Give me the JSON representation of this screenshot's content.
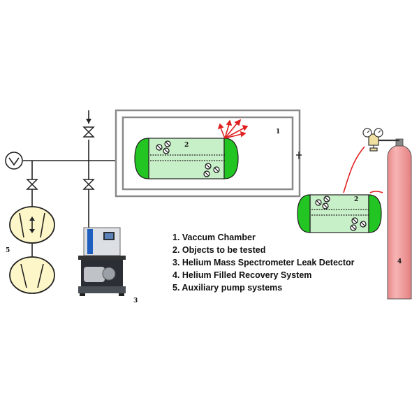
{
  "legend": {
    "items": [
      "1. Vaccum Chamber",
      "2. Objects to be tested",
      "3. Helium Mass Spectrometer Leak Detector",
      "4. Helium Filled Recovery System",
      "5. Auxiliary pump systems"
    ]
  },
  "callouts": {
    "chamber": "1",
    "object_in_chamber": "2",
    "object_outside": "2",
    "leak_detector": "3",
    "cylinder": "4",
    "pumps": "5"
  },
  "colors": {
    "chamber_border": "#8a8a8a",
    "object_fill": "#c8f0c8",
    "object_cap": "#22c522",
    "pump_fill": "#fdf6c8",
    "cylinder_fill": "#f09a9a",
    "leak_arrows": "#e02020",
    "hose": "#e02020"
  }
}
